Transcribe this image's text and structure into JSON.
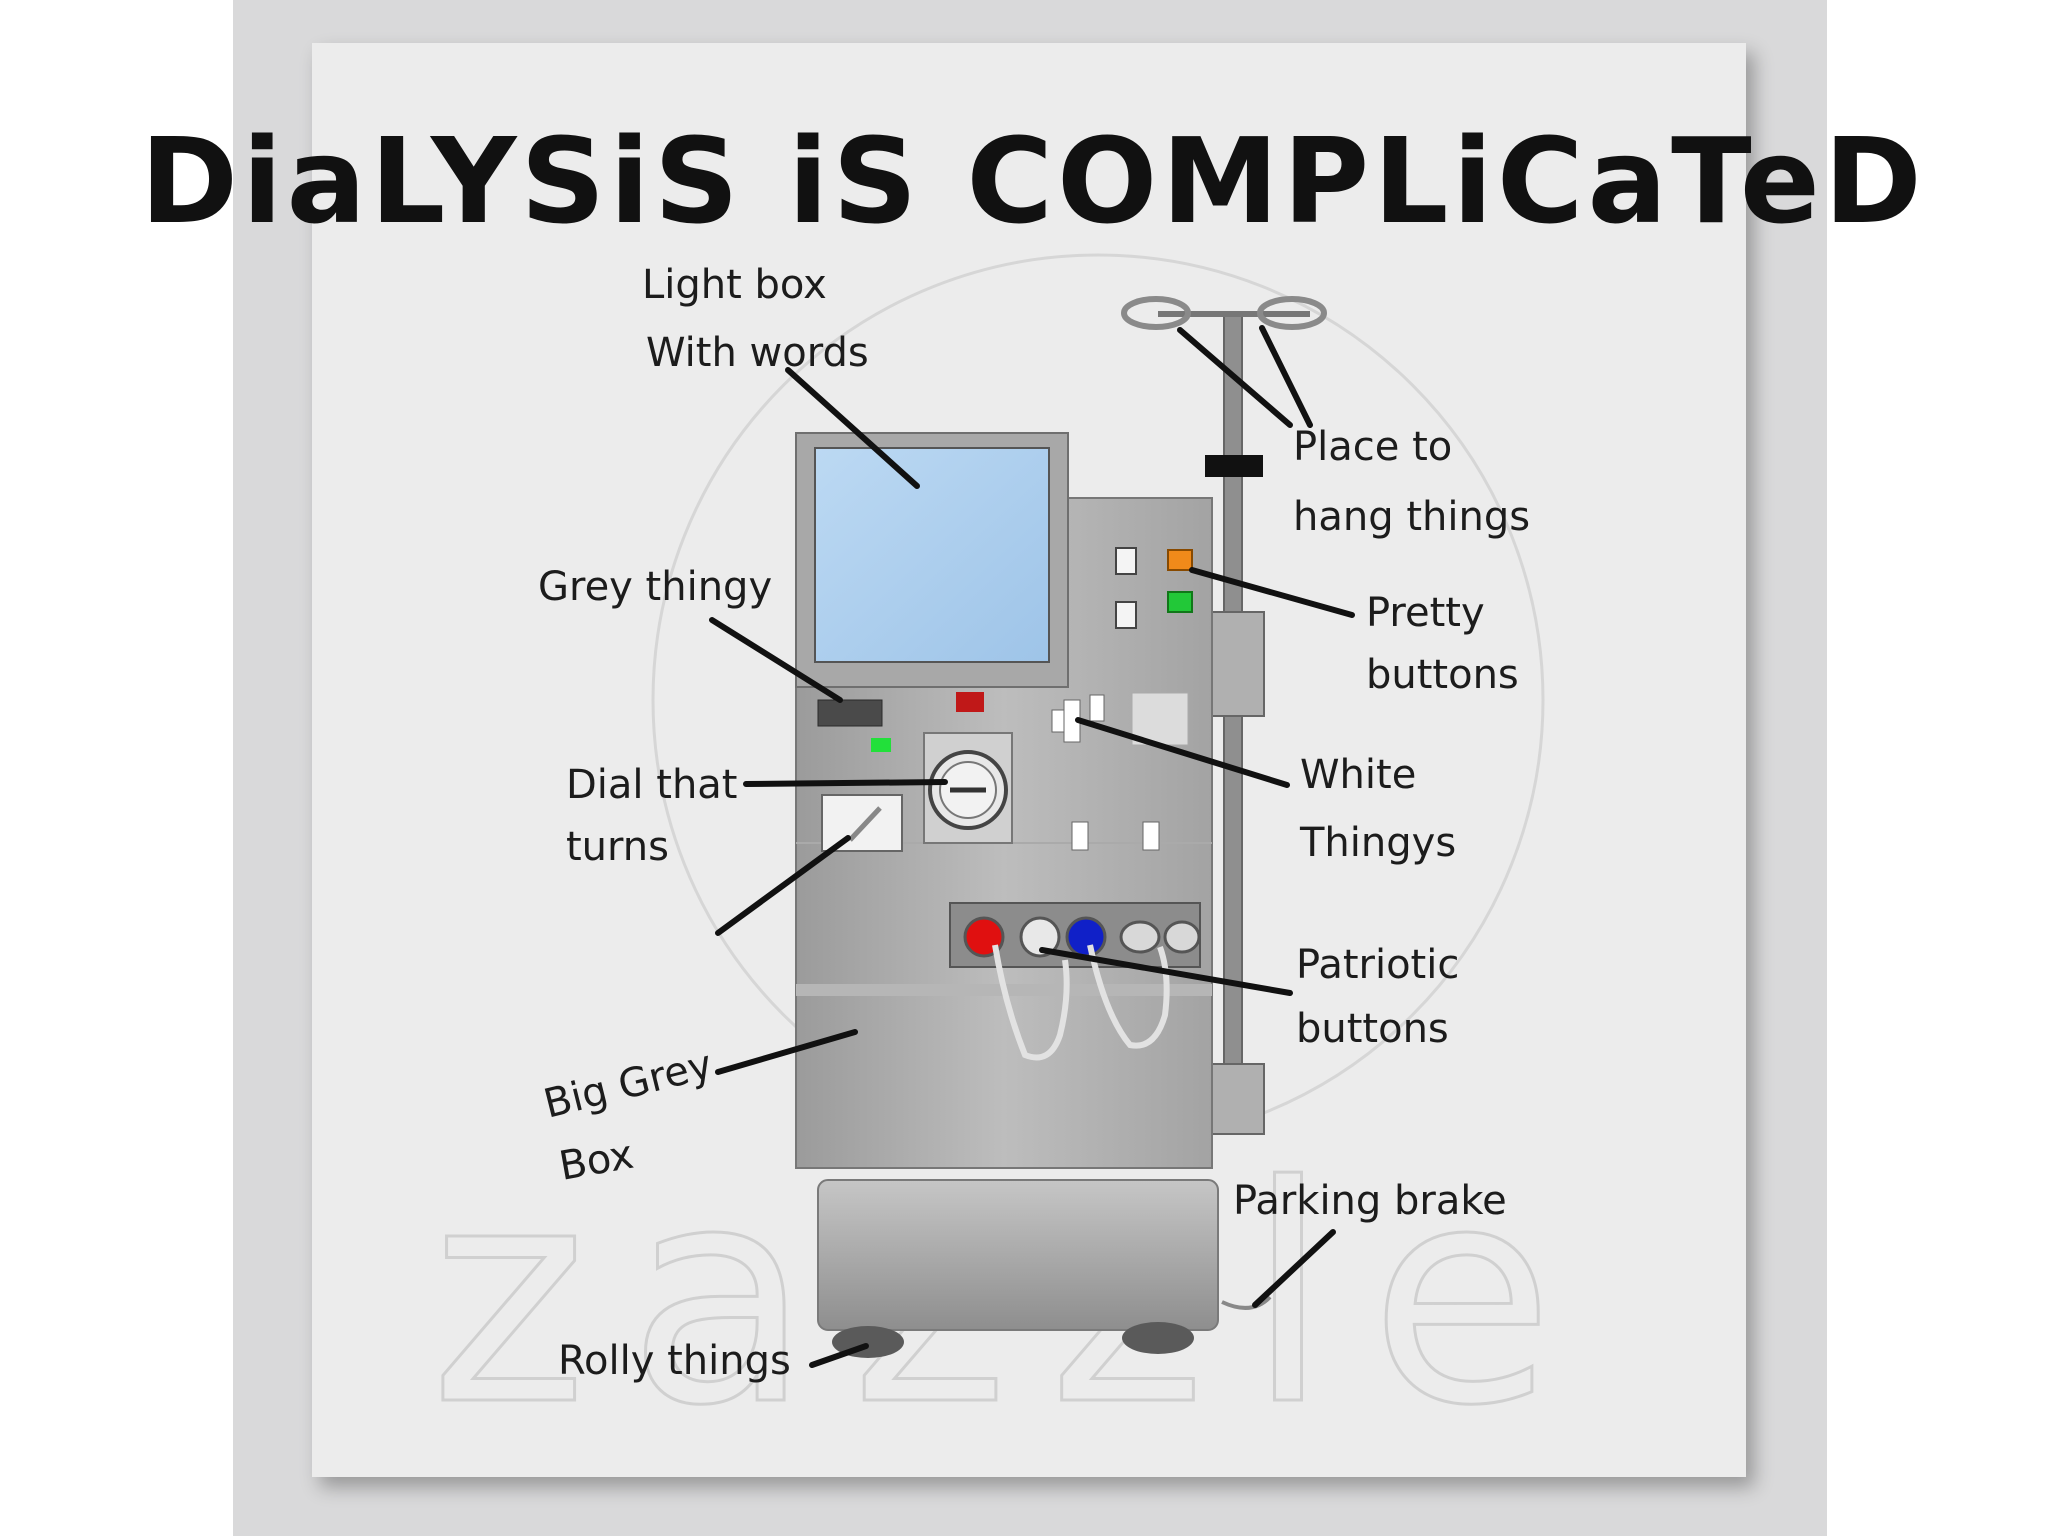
{
  "title": "DiaLYSiS iS COMPLiCaTeD",
  "watermark": "zazzle",
  "labels": {
    "light_box": [
      "Light box",
      "With words"
    ],
    "hang_things": [
      "Place to",
      "hang things"
    ],
    "grey_thingy": [
      "Grey thingy"
    ],
    "pretty_buttons": [
      "Pretty",
      "buttons"
    ],
    "dial": [
      "Dial that",
      "turns"
    ],
    "white_thingys": [
      "White",
      "Thingys"
    ],
    "patriotic_buttons": [
      "Patriotic",
      "buttons"
    ],
    "big_grey_box": [
      "Big Grey",
      "Box"
    ],
    "parking_brake": [
      "Parking brake"
    ],
    "rolly_things": [
      "Rolly things"
    ]
  },
  "colors": {
    "frame": "#d9d9da",
    "poster": "#ececec",
    "machine_grey": "#a9a9a9",
    "screen_blue": "#aed0ee",
    "button_red": "#e01010",
    "button_blue": "#1020c8",
    "button_orange": "#f08a1a",
    "button_green": "#22c838",
    "red_light": "#c01818"
  }
}
